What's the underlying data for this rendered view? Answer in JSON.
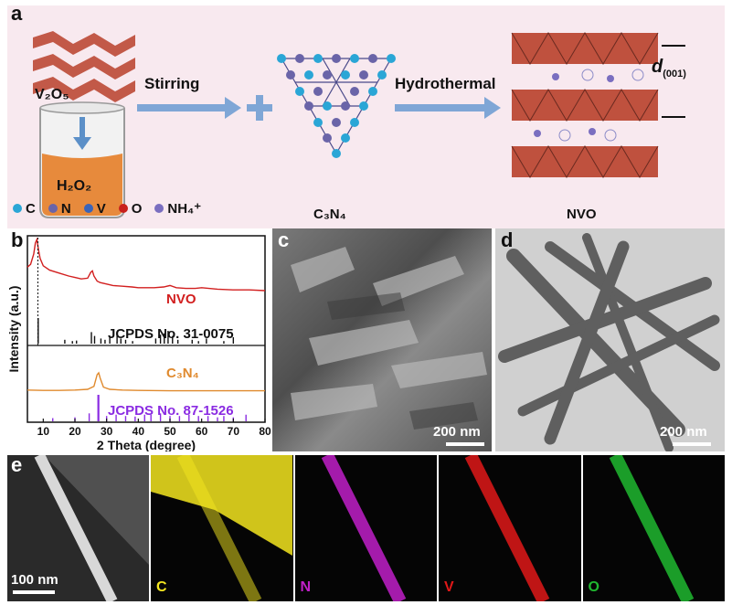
{
  "panel_labels": {
    "a": "a",
    "b": "b",
    "c": "c",
    "d": "d",
    "e": "e"
  },
  "panel_a": {
    "v2o5": "V₂O₅",
    "h2o2": "H₂O₂",
    "stirring": "Stirring",
    "c3n4": "C₃N₄",
    "hydrothermal": "Hydrothermal",
    "d001": "d",
    "d001_sub": "(001)",
    "nvo": "NVO",
    "legend": [
      {
        "label": "C",
        "color": "#2aa6d6"
      },
      {
        "label": "N",
        "color": "#6a64a8"
      },
      {
        "label": "V",
        "color": "#3a64b8"
      },
      {
        "label": "O",
        "color": "#c8201c"
      },
      {
        "label": "NH₄⁺",
        "color": "#7a6ec0"
      }
    ],
    "colors": {
      "arrow": "#7fa6d6",
      "plus": "#7fa6d6",
      "liquid": "#e78a3c",
      "octahedra": "#b8402a"
    }
  },
  "chart_data": {
    "type": "line",
    "xlabel": "2 Theta (degree)",
    "ylabel": "Intensity (a.u.)",
    "xlim": [
      5,
      80
    ],
    "xticks": [
      10,
      20,
      30,
      40,
      50,
      60,
      70,
      80
    ],
    "series": [
      {
        "name": "NVO",
        "color": "#d21f1f",
        "x": [
          5,
          6,
          7,
          7.5,
          8,
          8.5,
          9,
          10,
          12,
          15,
          18,
          20,
          22,
          24,
          25,
          25.5,
          26,
          27,
          28,
          30,
          32,
          35,
          38,
          40,
          45,
          48,
          50,
          52,
          55,
          58,
          60,
          65,
          70,
          75,
          80
        ],
        "y": [
          0.62,
          0.66,
          0.8,
          0.95,
          1.0,
          0.86,
          0.74,
          0.64,
          0.58,
          0.54,
          0.5,
          0.48,
          0.46,
          0.47,
          0.55,
          0.57,
          0.5,
          0.43,
          0.41,
          0.39,
          0.37,
          0.36,
          0.35,
          0.34,
          0.34,
          0.35,
          0.37,
          0.34,
          0.33,
          0.33,
          0.34,
          0.32,
          0.31,
          0.31,
          0.3
        ]
      },
      {
        "name": "C₃N₄",
        "color": "#e08a2e",
        "x": [
          5,
          10,
          15,
          20,
          24,
          26,
          27,
          27.5,
          28,
          29,
          31,
          35,
          40,
          50,
          60,
          70,
          80
        ],
        "y": [
          0.08,
          0.07,
          0.07,
          0.08,
          0.1,
          0.18,
          0.5,
          0.55,
          0.4,
          0.16,
          0.1,
          0.08,
          0.07,
          0.06,
          0.06,
          0.06,
          0.06
        ]
      }
    ],
    "references": [
      {
        "name": "JCPDS No. 31-0075",
        "color": "#111111",
        "peaks": [
          [
            8.4,
            1.0
          ],
          [
            16.8,
            0.15
          ],
          [
            19.2,
            0.1
          ],
          [
            20.5,
            0.12
          ],
          [
            25.2,
            0.45
          ],
          [
            26.2,
            0.3
          ],
          [
            28.2,
            0.2
          ],
          [
            29.5,
            0.15
          ],
          [
            31.0,
            0.25
          ],
          [
            33.3,
            0.35
          ],
          [
            34.5,
            0.2
          ],
          [
            36.0,
            0.15
          ],
          [
            38.2,
            0.1
          ],
          [
            45.5,
            0.2
          ],
          [
            47.0,
            0.35
          ],
          [
            48.2,
            0.4
          ],
          [
            49.4,
            0.5
          ],
          [
            50.8,
            0.3
          ],
          [
            52.5,
            0.15
          ],
          [
            57.0,
            0.15
          ],
          [
            59.0,
            0.1
          ],
          [
            61.5,
            0.2
          ],
          [
            67.0,
            0.1
          ],
          [
            70.0,
            0.25
          ]
        ]
      },
      {
        "name": "JCPDS No. 87-1526",
        "color": "#8a2be2",
        "peaks": [
          [
            13.0,
            0.12
          ],
          [
            20.0,
            0.15
          ],
          [
            24.5,
            0.3
          ],
          [
            27.4,
            1.0
          ],
          [
            30.0,
            0.2
          ],
          [
            33.0,
            0.25
          ],
          [
            36.0,
            0.2
          ],
          [
            39.0,
            0.18
          ],
          [
            42.0,
            0.25
          ],
          [
            44.0,
            0.25
          ],
          [
            47.0,
            0.3
          ],
          [
            50.0,
            0.2
          ],
          [
            53.0,
            0.2
          ],
          [
            56.0,
            0.25
          ],
          [
            59.0,
            0.2
          ],
          [
            62.0,
            0.2
          ],
          [
            65.0,
            0.15
          ],
          [
            67.0,
            0.2
          ],
          [
            70.0,
            0.15
          ],
          [
            74.0,
            0.25
          ]
        ]
      }
    ],
    "labels": {
      "nvo": "NVO",
      "jcpds1": "JCPDS No. 31-0075",
      "c3n4": "C₃N₄",
      "jcpds2": "JCPDS No. 87-1526"
    }
  },
  "panel_c": {
    "scale": "200 nm"
  },
  "panel_d": {
    "scale": "200 nm"
  },
  "panel_e": {
    "scale": "100 nm",
    "maps": [
      {
        "label": "C",
        "color": "#f4e620"
      },
      {
        "label": "N",
        "color": "#c020c8"
      },
      {
        "label": "V",
        "color": "#e01818"
      },
      {
        "label": "O",
        "color": "#20b830"
      }
    ]
  }
}
